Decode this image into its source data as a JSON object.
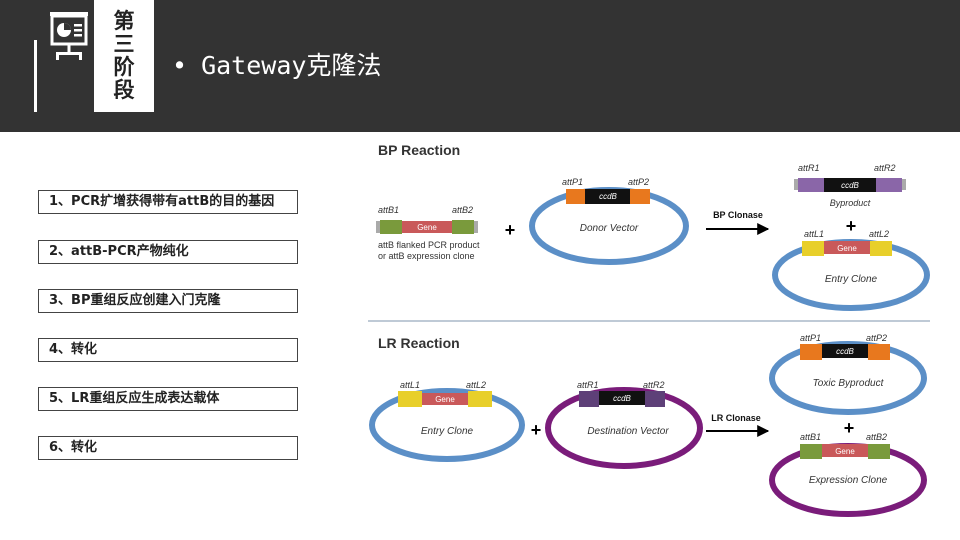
{
  "header": {
    "stage_label": [
      "第",
      "三",
      "阶",
      "段"
    ],
    "title_bullet": "•",
    "title": "Gateway克隆法",
    "icon": "presentation-board-icon"
  },
  "steps": [
    "1、PCR扩增获得带有attB的目的基因",
    "2、attB-PCR产物纯化",
    "3、BP重组反应创建入门克隆",
    "4、转化",
    "5、LR重组反应生成表达载体",
    "6、转化"
  ],
  "diagram": {
    "bp": {
      "title": "BP Reaction",
      "insert": {
        "left_site": "attB1",
        "gene": "Gene",
        "right_site": "attB2",
        "caption_1": "attB flanked PCR product",
        "caption_2": "or attB expression clone"
      },
      "plus": "+",
      "donor": {
        "left_site": "attP1",
        "marker": "ccdB",
        "right_site": "attP2",
        "name": "Donor Vector"
      },
      "arrow": "BP Clonase",
      "byproduct": {
        "left_site": "attR1",
        "marker": "ccdB",
        "right_site": "attR2",
        "name": "Byproduct"
      },
      "plus2": "+",
      "entry": {
        "left_site": "attL1",
        "gene": "Gene",
        "right_site": "attL2",
        "name": "Entry Clone"
      }
    },
    "lr": {
      "title": "LR Reaction",
      "entry": {
        "left_site": "attL1",
        "gene": "Gene",
        "right_site": "attL2",
        "name": "Entry Clone"
      },
      "plus": "+",
      "dest": {
        "left_site": "attR1",
        "marker": "ccdB",
        "right_site": "attR2",
        "name": "Destination Vector"
      },
      "arrow": "LR Clonase",
      "toxic": {
        "left_site": "attP1",
        "marker": "ccdB",
        "right_site": "attP2",
        "name": "Toxic Byproduct"
      },
      "plus2": "+",
      "expr": {
        "left_site": "attB1",
        "gene": "Gene",
        "right_site": "attB2",
        "name": "Expression Clone"
      }
    }
  },
  "colors": {
    "header_bg": "#333333",
    "blue_ring": "#5b8fc7",
    "purple_ring": "#7a1c7a",
    "gene": "#c9595a",
    "ccdb": "#111111",
    "attp": "#e8781e",
    "attl": "#e8cf2a",
    "attb": "#7a9a3c",
    "attr": "#8a66a8"
  }
}
